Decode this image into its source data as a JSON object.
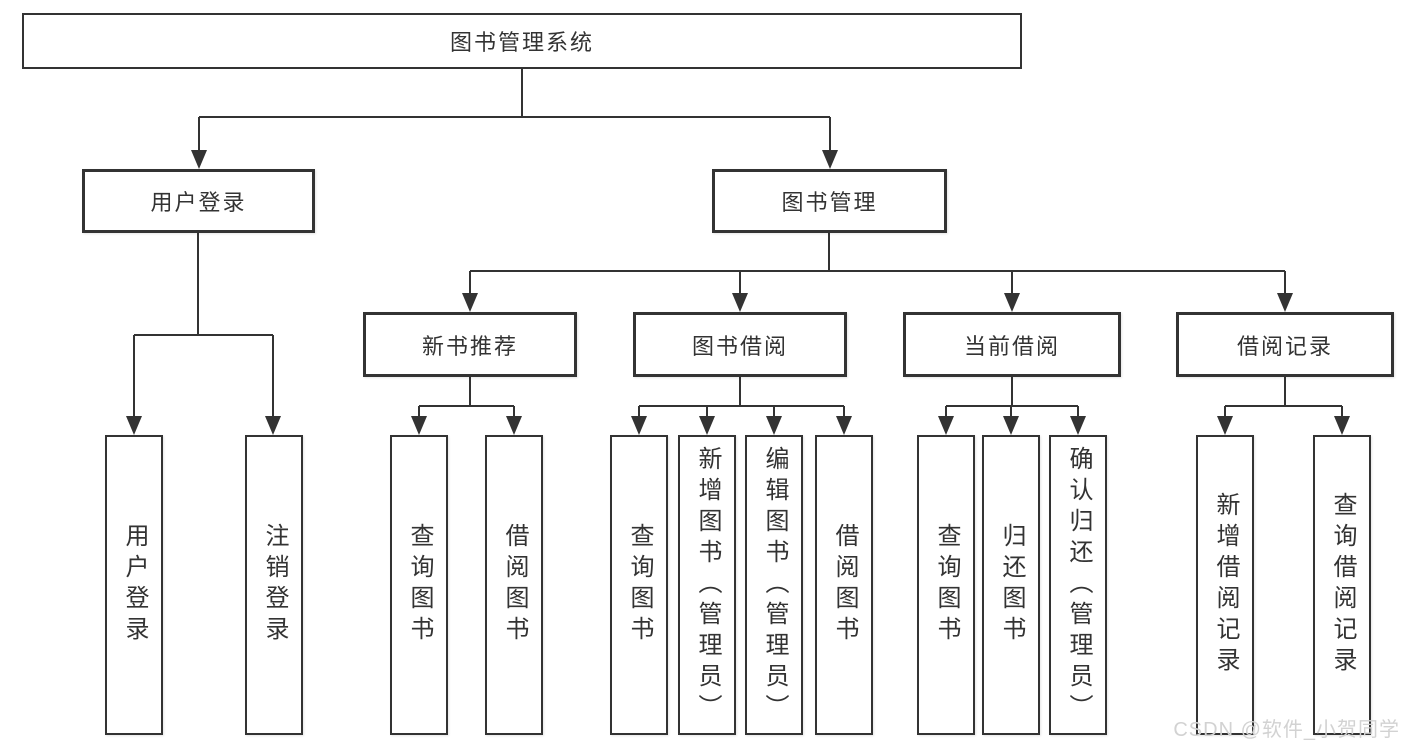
{
  "diagram": {
    "watermark": "CSDN @软件_小贺同学",
    "colors": {
      "line": "#333333",
      "border": "#333333",
      "text": "#333333",
      "background": "#ffffff",
      "watermark_text": "#d2d2d2"
    },
    "nodes": {
      "root": {
        "label": "图书管理系统"
      },
      "user_login": {
        "label": "用户登录"
      },
      "book_mgmt": {
        "label": "图书管理"
      },
      "new_book_rec": {
        "label": "新书推荐"
      },
      "book_borrow": {
        "label": "图书借阅"
      },
      "current_borrow": {
        "label": "当前借阅"
      },
      "borrow_records": {
        "label": "借阅记录"
      },
      "user_login_leaf": {
        "label": "用户登录"
      },
      "logout_leaf": {
        "label": "注销登录"
      },
      "query_books_newrec": {
        "label": "查询图书"
      },
      "borrow_books_newrec": {
        "label": "借阅图书"
      },
      "query_books_borrow": {
        "label": "查询图书"
      },
      "add_books_admin": {
        "label": "新增图书（管理员）"
      },
      "edit_books_admin": {
        "label": "编辑图书（管理员）"
      },
      "borrow_books_borrow": {
        "label": "借阅图书"
      },
      "query_books_current": {
        "label": "查询图书"
      },
      "return_books": {
        "label": "归还图书"
      },
      "confirm_return_admin": {
        "label": "确认归还（管理员）"
      },
      "add_borrow_record": {
        "label": "新增借阅记录"
      },
      "query_borrow_record": {
        "label": "查询借阅记录"
      }
    },
    "hierarchy": {
      "root": [
        "user_login",
        "book_mgmt"
      ],
      "user_login": [
        "user_login_leaf",
        "logout_leaf"
      ],
      "book_mgmt": [
        "new_book_rec",
        "book_borrow",
        "current_borrow",
        "borrow_records"
      ],
      "new_book_rec": [
        "query_books_newrec",
        "borrow_books_newrec"
      ],
      "book_borrow": [
        "query_books_borrow",
        "add_books_admin",
        "edit_books_admin",
        "borrow_books_borrow"
      ],
      "current_borrow": [
        "query_books_current",
        "return_books",
        "confirm_return_admin"
      ],
      "borrow_records": [
        "add_borrow_record",
        "query_borrow_record"
      ]
    }
  }
}
